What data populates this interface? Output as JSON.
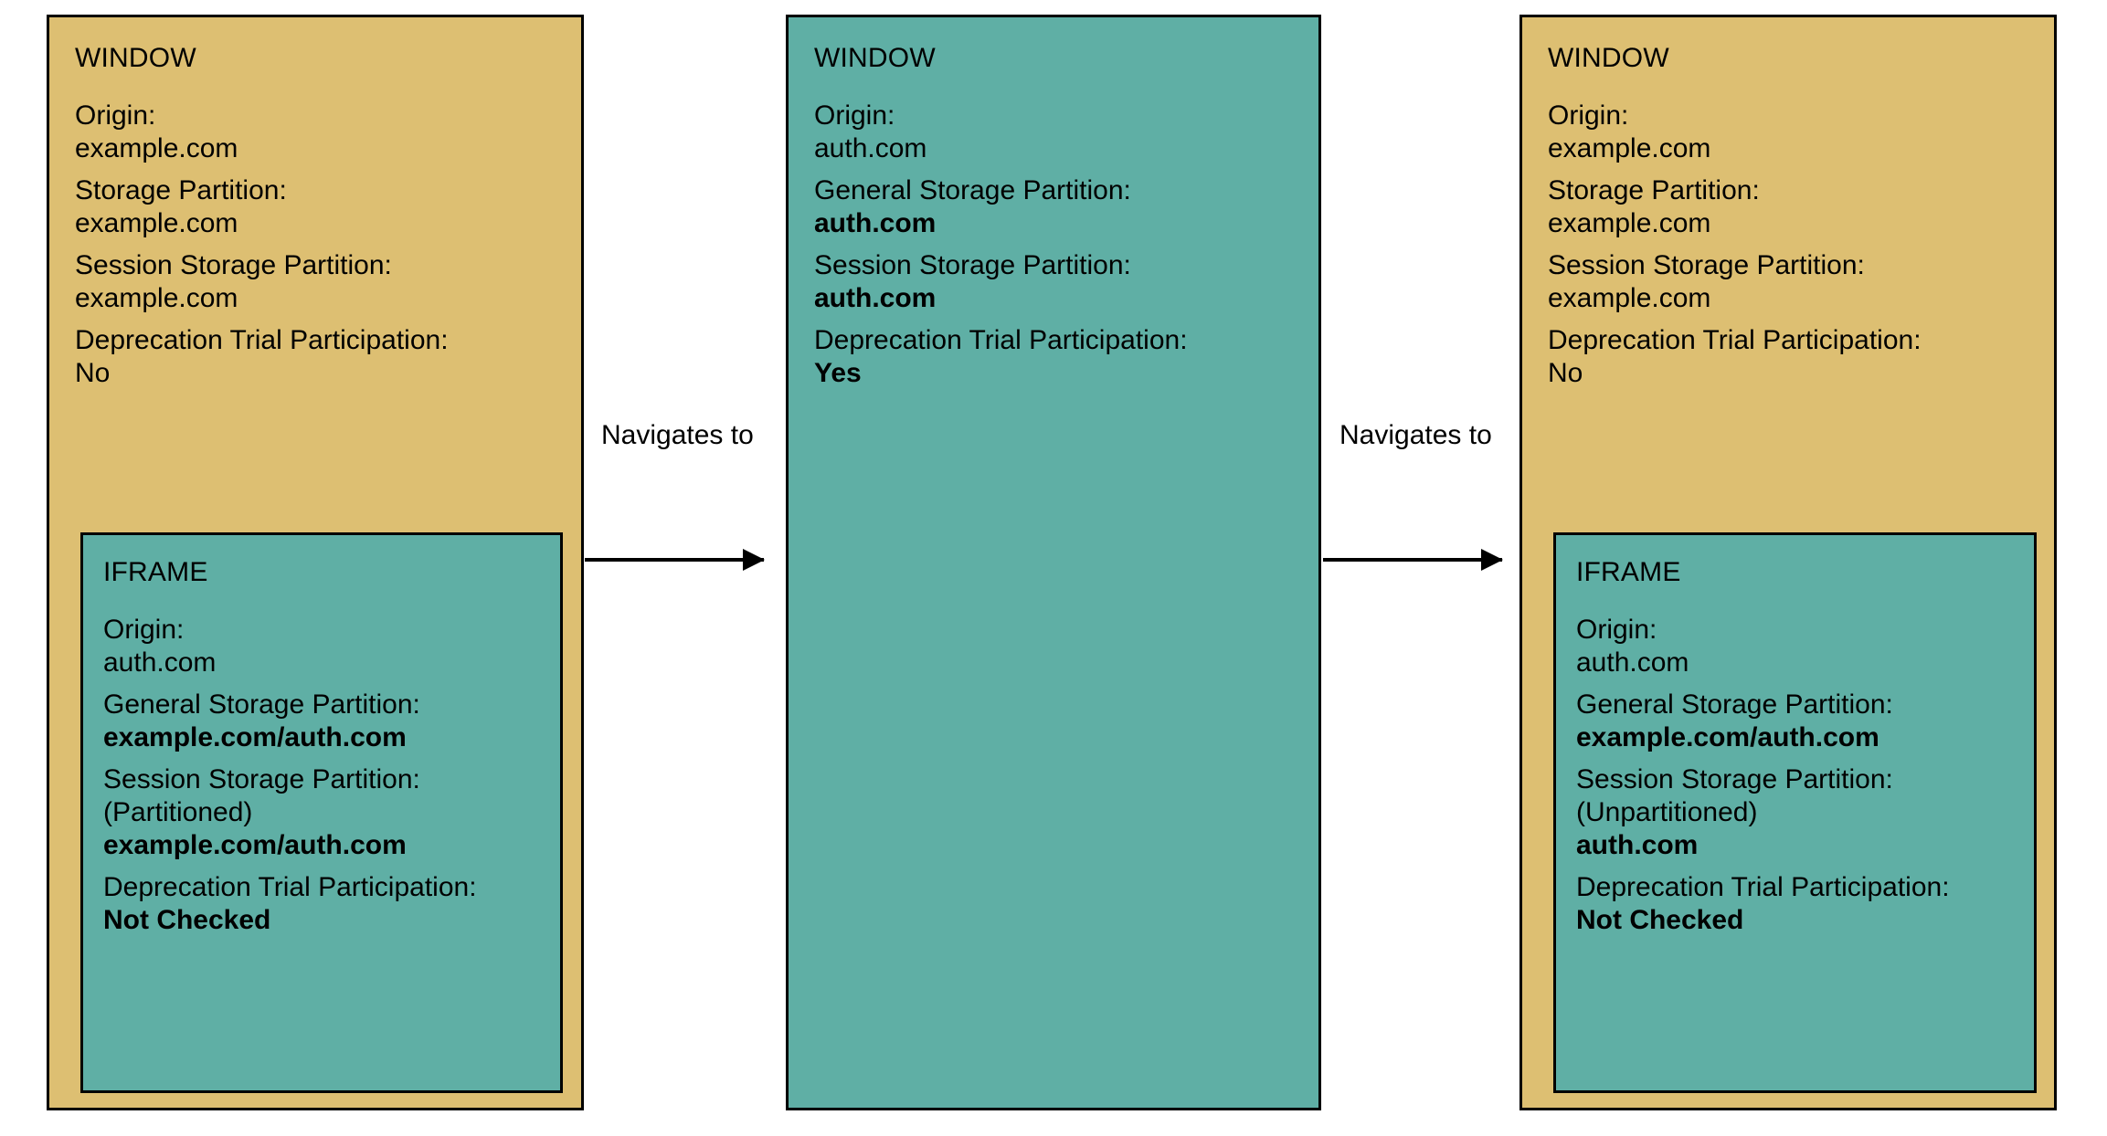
{
  "diagram": {
    "colors": {
      "window_example_bg": "#ddbf72",
      "window_auth_bg": "#5fafa5",
      "iframe_bg": "#5fafa5",
      "border": "#000000",
      "page_bg": "#ffffff"
    }
  },
  "panels": [
    {
      "id": "panel-1",
      "title": "WINDOW",
      "fields": [
        {
          "label": "Origin:",
          "value": "example.com",
          "bold": false
        },
        {
          "label": "Storage Partition:",
          "value": "example.com",
          "bold": false
        },
        {
          "label": "Session Storage Partition:",
          "value": "example.com",
          "bold": false
        },
        {
          "label": "Deprecation Trial Participation:",
          "value": "No",
          "bold": false
        }
      ],
      "iframe": {
        "title": "IFRAME",
        "fields": [
          {
            "label": "Origin:",
            "value": "auth.com",
            "bold": false
          },
          {
            "label": "General Storage Partition:",
            "value": "example.com/auth.com",
            "bold": true
          },
          {
            "label": "Session Storage Partition:",
            "sub": "(Partitioned)",
            "value": "example.com/auth.com",
            "bold": true
          },
          {
            "label": "Deprecation Trial Participation:",
            "value": "Not Checked",
            "bold": true
          }
        ]
      }
    },
    {
      "id": "panel-2",
      "title": "WINDOW",
      "fields": [
        {
          "label": "Origin:",
          "value": "auth.com",
          "bold": false
        },
        {
          "label": "General Storage Partition:",
          "value": "auth.com",
          "bold": true
        },
        {
          "label": "Session Storage Partition:",
          "value": "auth.com",
          "bold": true
        },
        {
          "label": "Deprecation Trial Participation:",
          "value": "Yes",
          "bold": true
        }
      ],
      "iframe": null
    },
    {
      "id": "panel-3",
      "title": "WINDOW",
      "fields": [
        {
          "label": "Origin:",
          "value": "example.com",
          "bold": false
        },
        {
          "label": "Storage Partition:",
          "value": "example.com",
          "bold": false
        },
        {
          "label": "Session Storage Partition:",
          "value": "example.com",
          "bold": false
        },
        {
          "label": "Deprecation Trial Participation:",
          "value": "No",
          "bold": false
        }
      ],
      "iframe": {
        "title": "IFRAME",
        "fields": [
          {
            "label": "Origin:",
            "value": "auth.com",
            "bold": false
          },
          {
            "label": "General Storage Partition:",
            "value": "example.com/auth.com",
            "bold": true
          },
          {
            "label": "Session Storage Partition:",
            "sub": "(Unpartitioned)",
            "value": "auth.com",
            "bold": true
          },
          {
            "label": "Deprecation Trial Participation:",
            "value": "Not Checked",
            "bold": true
          }
        ]
      }
    }
  ],
  "arrows": [
    {
      "id": "arrow-1",
      "label": "Navigates to"
    },
    {
      "id": "arrow-2",
      "label": "Navigates to"
    }
  ]
}
